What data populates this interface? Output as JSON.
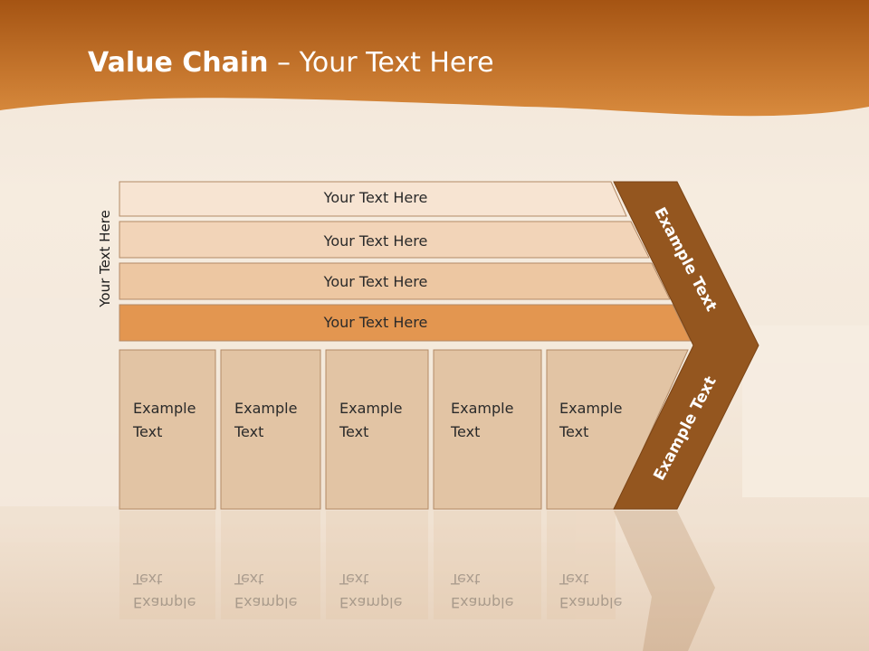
{
  "slide": {
    "title_bold": "Value Chain",
    "title_rest": " – Your Text Here",
    "side_label": "Your Text Here",
    "rows": [
      {
        "label": "Your Text Here"
      },
      {
        "label": "Your Text Here"
      },
      {
        "label": "Your Text Here"
      },
      {
        "label": "Your Text Here"
      }
    ],
    "columns": [
      {
        "label": "Example\nText"
      },
      {
        "label": "Example\nText"
      },
      {
        "label": "Example\nText"
      },
      {
        "label": "Example\nText"
      },
      {
        "label": "Example\nText"
      }
    ],
    "arrow_top_label": "Example Text",
    "arrow_bottom_label": "Example Text"
  },
  "colors": {
    "header_orange": "#c56d22",
    "arrow_brown": "#94561f",
    "row_light": "#f7e4d2",
    "row_mid": "#efc8a4",
    "row_dark": "#e39650",
    "column_fill": "#e2c4a4"
  }
}
